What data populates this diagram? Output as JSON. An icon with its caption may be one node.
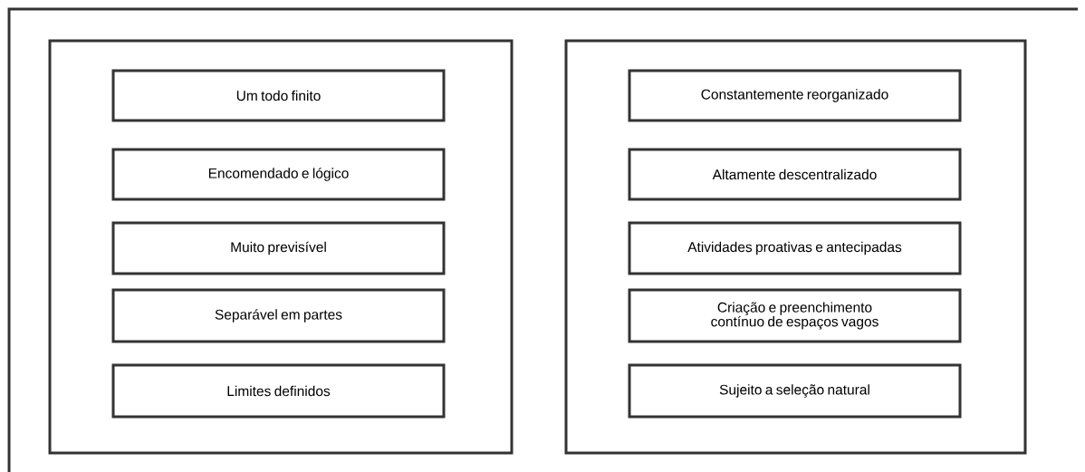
{
  "diagram": {
    "nodes": [
      {
        "text": [],
        "shape": "box"
      },
      {
        "text": [
          "Um todo finito"
        ],
        "in": 0
      },
      {
        "text": [
          "Encomendado e lógico"
        ],
        "in": 0
      },
      {
        "text": [
          "Muito previsível"
        ],
        "in": 0
      },
      {
        "text": [
          "Separável em partes"
        ],
        "in": 0
      },
      {
        "text": [
          "Limites definidos"
        ],
        "in": 0
      },
      {
        "text": [],
        "shape": "box"
      },
      {
        "text": [
          "Constantemente reorganizado"
        ],
        "in": 6
      },
      {
        "text": [
          "Altamente descentralizado"
        ],
        "in": 6
      },
      {
        "text": [
          "Atividades proativas e antecipadas"
        ],
        "in": 6
      },
      {
        "text": [
          "Criação e preenchimento contínuo de espaços vagos"
        ],
        "in": 6
      },
      {
        "text": [
          "Sujeito a seleção natural"
        ],
        "in": 6
      }
    ]
  }
}
